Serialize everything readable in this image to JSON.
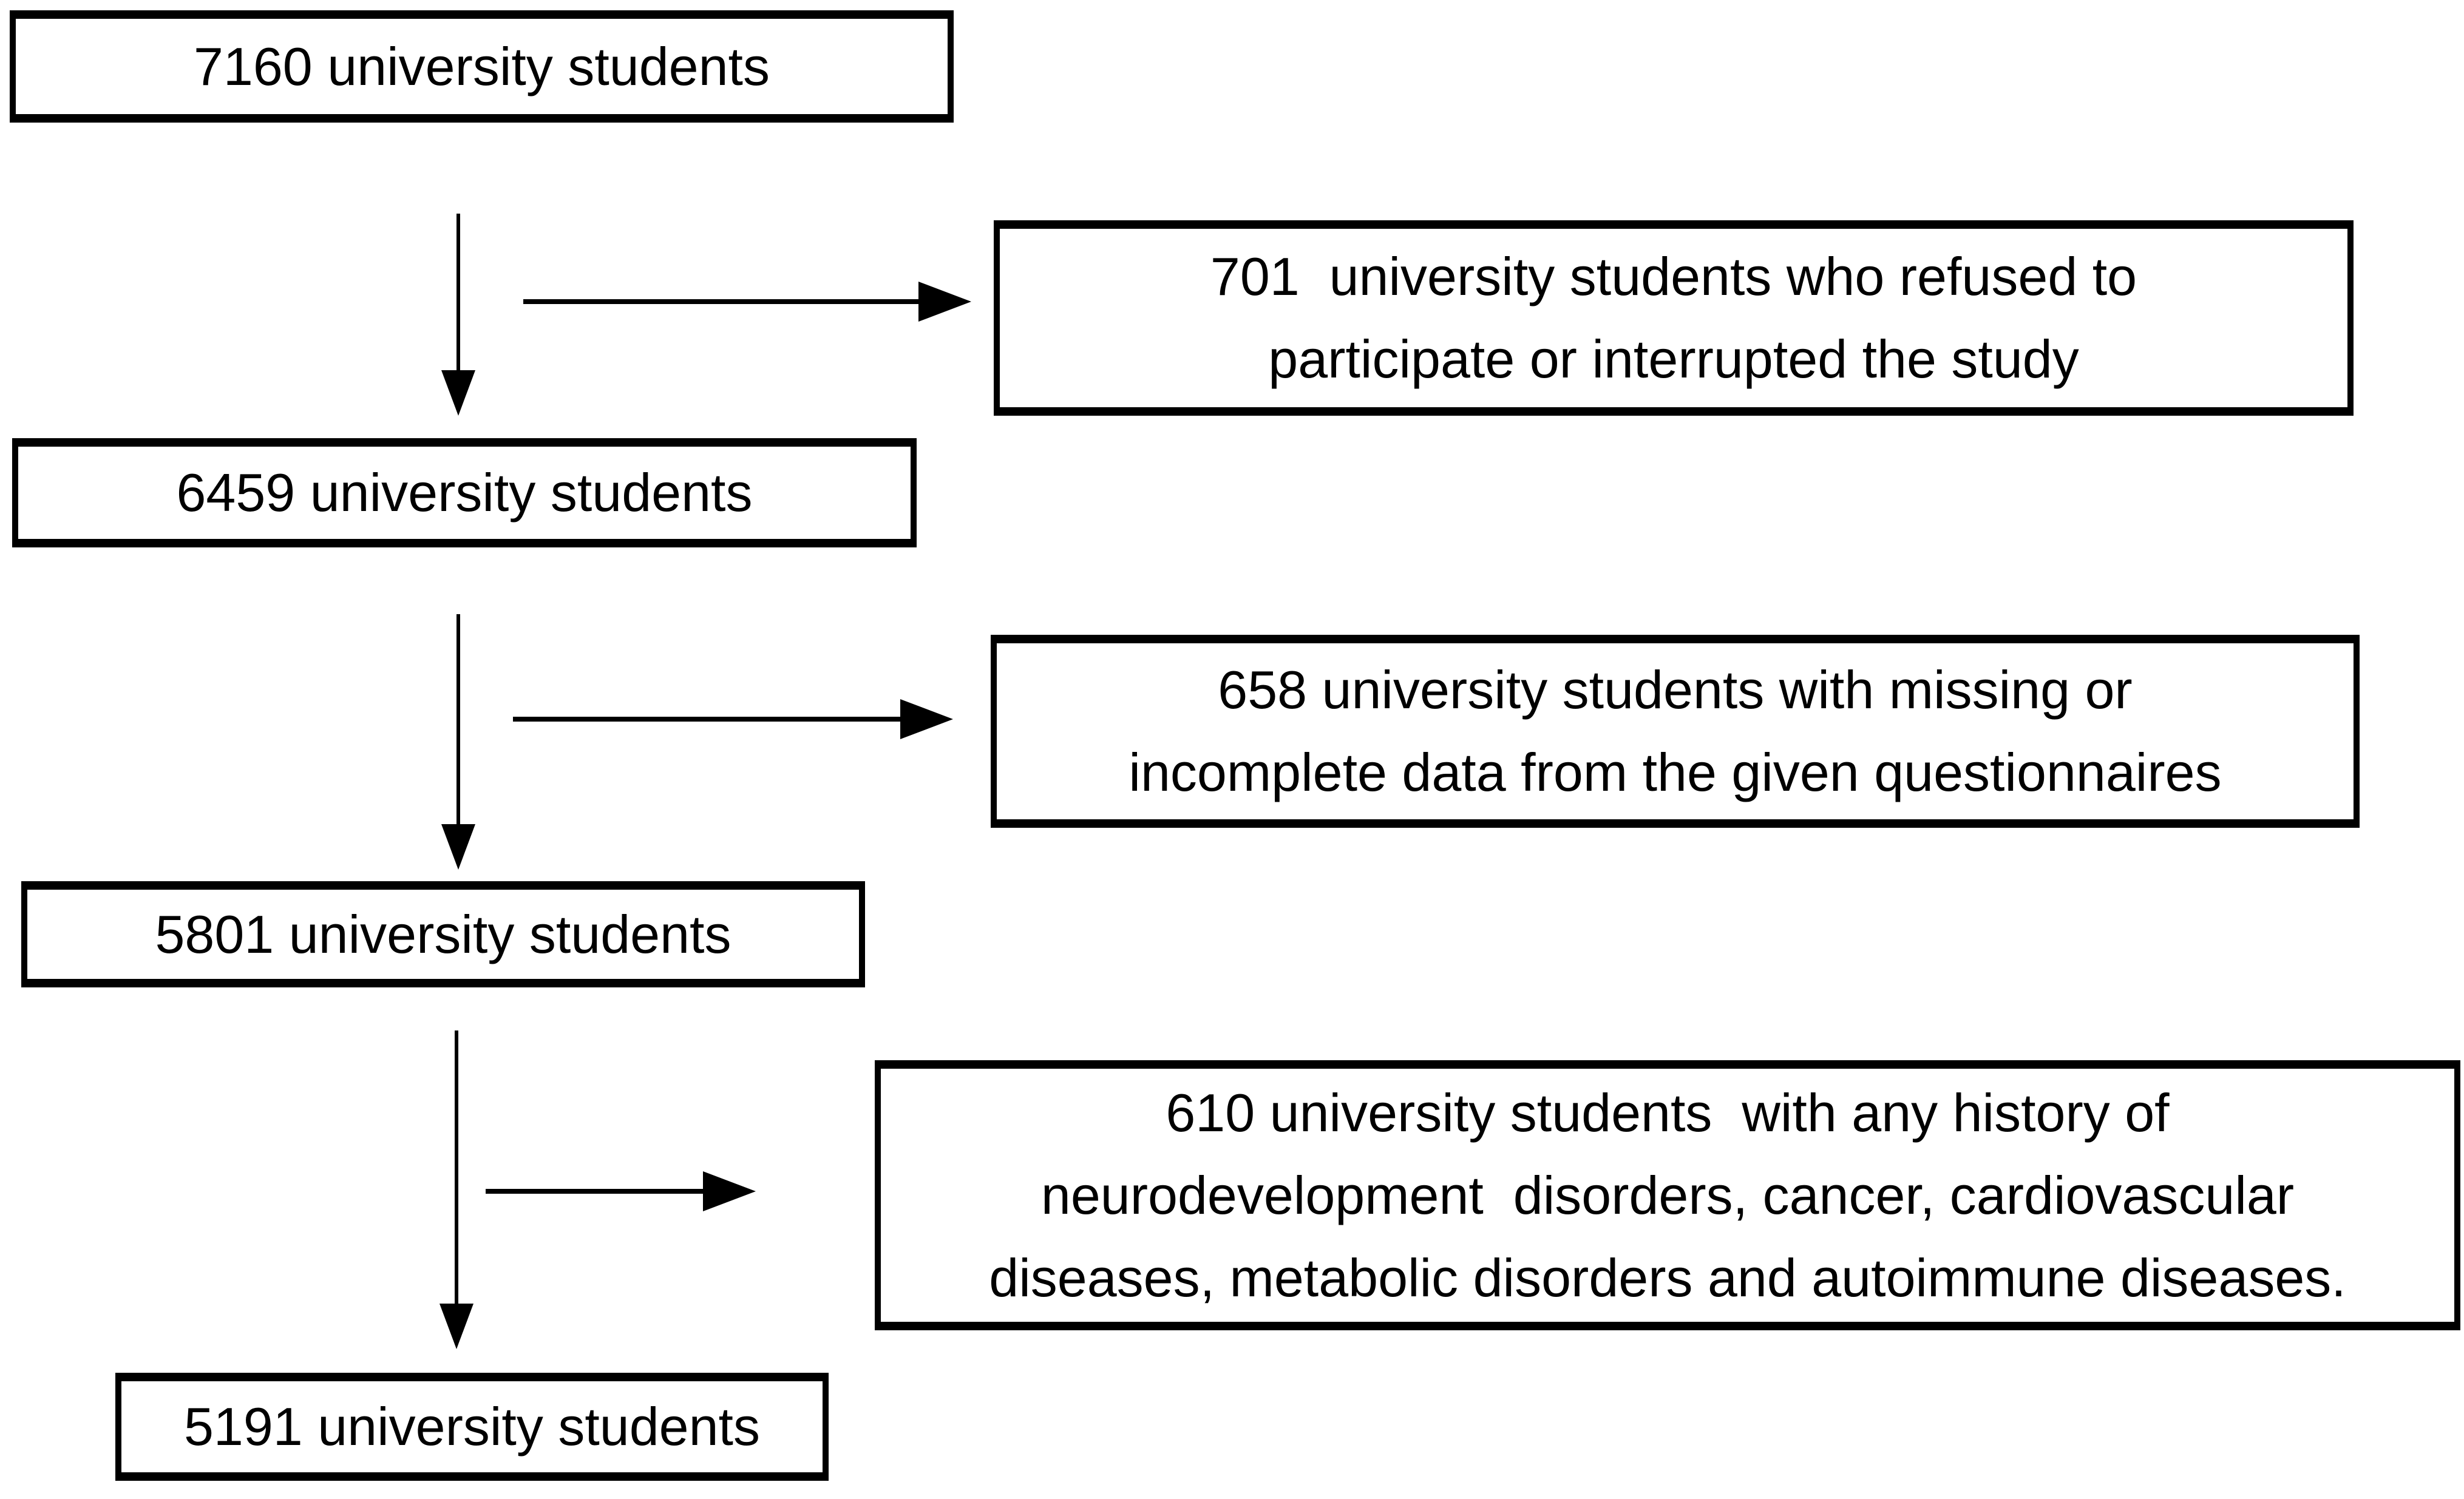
{
  "page": {
    "background_color": "#ffffff",
    "line_color": "#000000",
    "text_color": "#000000"
  },
  "diagram": {
    "kind": "participant-flow-chart",
    "stages": [
      {
        "count": 7160,
        "text": "7160 university students"
      },
      {
        "count": 6459,
        "text": "6459 university students"
      },
      {
        "count": 5801,
        "text": "5801 university students"
      },
      {
        "count": 5191,
        "text": "5191 university students"
      }
    ],
    "exclusions": [
      {
        "count": 701,
        "lines": [
          "701  university students who refused to",
          "participate or interrupted the study"
        ]
      },
      {
        "count": 658,
        "lines": [
          "658 university students with missing or",
          "incomplete data from the given questionnaires"
        ]
      },
      {
        "count": 610,
        "lines": [
          "610 university students  with any history of",
          "neurodevelopment  disorders, cancer, cardiovascular",
          "diseases, metabolic disorders and autoimmune diseases."
        ]
      }
    ],
    "edges": [
      {
        "from": "7160 university students",
        "to": "6459 university students",
        "branch_to": "701 excluded"
      },
      {
        "from": "6459 university students",
        "to": "5801 university students",
        "branch_to": "658 excluded"
      },
      {
        "from": "5801 university students",
        "to": "5191 university students",
        "branch_to": "610 excluded"
      }
    ]
  }
}
